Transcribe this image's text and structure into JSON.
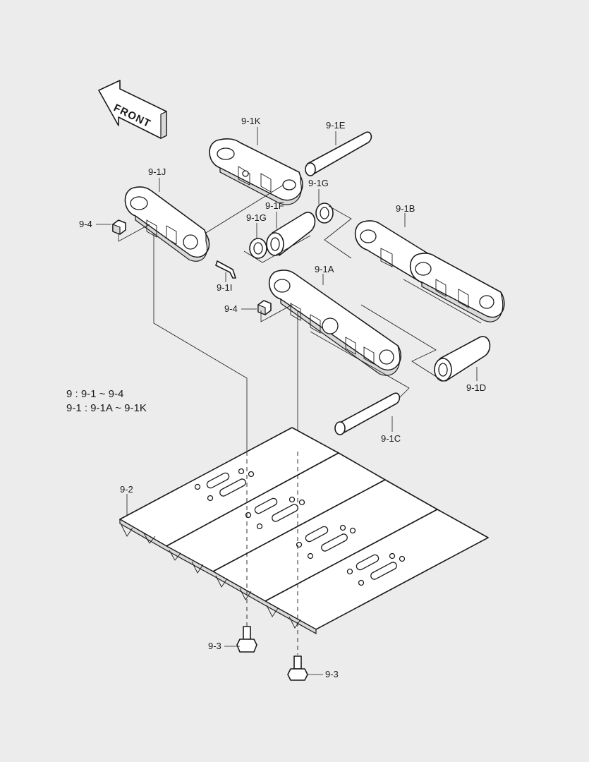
{
  "front_label": "FRONT",
  "notes": [
    "9 : 9-1 ~ 9-4",
    "9-1 : 9-1A ~ 9-1K"
  ],
  "labels": {
    "p91K": "9-1K",
    "p91E": "9-1E",
    "p91J": "9-1J",
    "p91G_top": "9-1G",
    "p91F": "9-1F",
    "p91G_left": "9-1G",
    "p91B": "9-1B",
    "p94_top": "9-4",
    "p91I": "9-1I",
    "p91A": "9-1A",
    "p94_mid": "9-4",
    "p91D": "9-1D",
    "p91C": "9-1C",
    "p92": "9-2",
    "p93_left": "9-3",
    "p93_right": "9-3"
  },
  "colors": {
    "background": "#ececec",
    "line": "#1a1a1a",
    "part_fill": "#ffffff"
  }
}
